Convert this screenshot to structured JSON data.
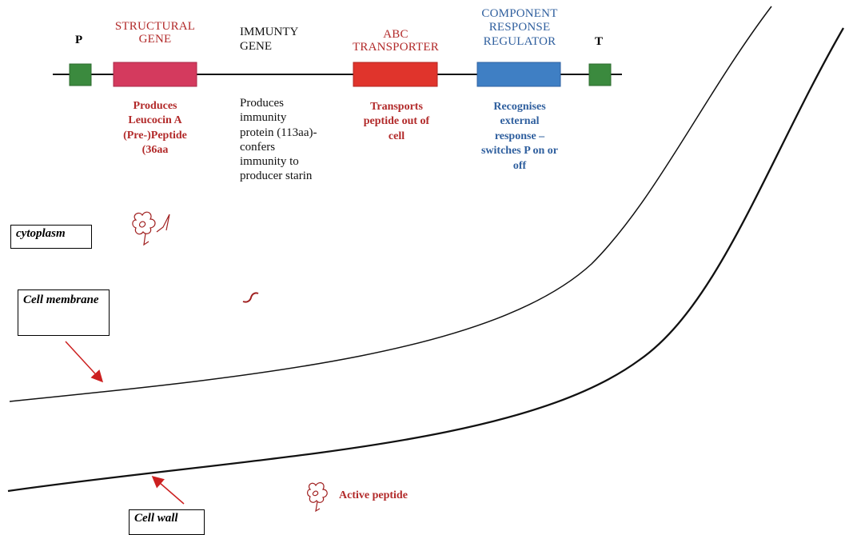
{
  "genes": {
    "promoter": "P",
    "terminator": "T",
    "structural": {
      "head": "STRUCTURAL GENE",
      "desc": "Produces Leucocin A (Pre-)Peptide (36aa",
      "color": "#d43a5e"
    },
    "immunity": {
      "head": "IMMUNTY GENE",
      "desc": "Produces immunity protein (113aa)- confers immunity to producer starin"
    },
    "abc": {
      "head": "ABC TRANSPORTER",
      "desc": "Transports peptide out of cell",
      "color": "#e0342c"
    },
    "regulator": {
      "head": "COMPONENT RESPONSE REGULATOR",
      "desc": "Recognises external response – switches P on or off",
      "color": "#3f7fc4"
    },
    "promoter_color": "#3b8a3e"
  },
  "labels": {
    "cytoplasm": "cytoplasm",
    "membrane": "Cell membrane",
    "wall": "Cell wall",
    "active": "Active peptide"
  },
  "colors": {
    "red_text": "#b22a2a",
    "blue_text": "#2f5f9e",
    "arrow": "#cc2020",
    "peptide": "#a02020"
  }
}
